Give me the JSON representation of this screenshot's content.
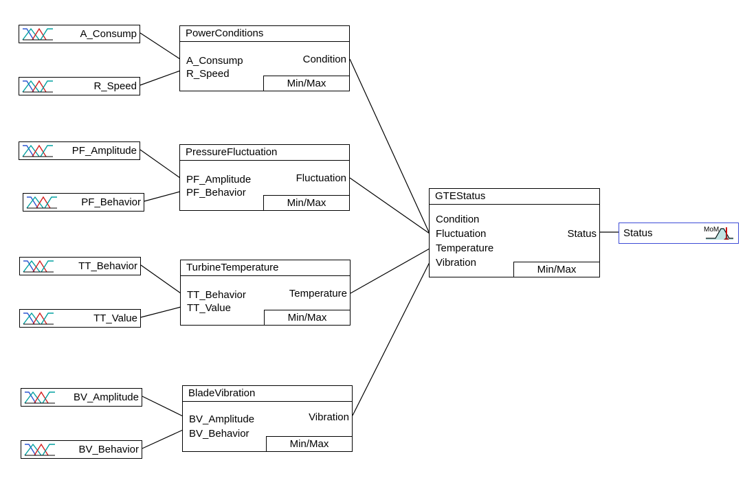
{
  "inputs": [
    {
      "id": "A_Consump",
      "label": "A_Consump"
    },
    {
      "id": "R_Speed",
      "label": "R_Speed"
    },
    {
      "id": "PF_Amplitude",
      "label": "PF_Amplitude"
    },
    {
      "id": "PF_Behavior",
      "label": "PF_Behavior"
    },
    {
      "id": "TT_Behavior",
      "label": "TT_Behavior"
    },
    {
      "id": "TT_Value",
      "label": "TT_Value"
    },
    {
      "id": "BV_Amplitude",
      "label": "BV_Amplitude"
    },
    {
      "id": "BV_Behavior",
      "label": "BV_Behavior"
    }
  ],
  "blocks": [
    {
      "title": "PowerConditions",
      "inputs": [
        "A_Consump",
        "R_Speed"
      ],
      "output": "Condition",
      "method": "Min/Max"
    },
    {
      "title": "PressureFluctuation",
      "inputs": [
        "PF_Amplitude",
        "PF_Behavior"
      ],
      "output": "Fluctuation",
      "method": "Min/Max"
    },
    {
      "title": "TurbineTemperature",
      "inputs": [
        "TT_Behavior",
        "TT_Value"
      ],
      "output": "Temperature",
      "method": "Min/Max"
    },
    {
      "title": "BladeVibration",
      "inputs": [
        "BV_Amplitude",
        "BV_Behavior"
      ],
      "output": "Vibration",
      "method": "Min/Max"
    }
  ],
  "final_block": {
    "title": "GTEStatus",
    "inputs": [
      "Condition",
      "Fluctuation",
      "Temperature",
      "Vibration"
    ],
    "output": "Status",
    "method": "Min/Max"
  },
  "output_variable": {
    "label": "Status",
    "icon_text": "MoM"
  },
  "colors": {
    "mf_blue": "#2a55d0",
    "mf_teal": "#00a0a0",
    "mf_red": "#d42020",
    "output_border": "#3b4ad6",
    "defuzz_red": "#d00000",
    "defuzz_teal": "#008c8c"
  }
}
